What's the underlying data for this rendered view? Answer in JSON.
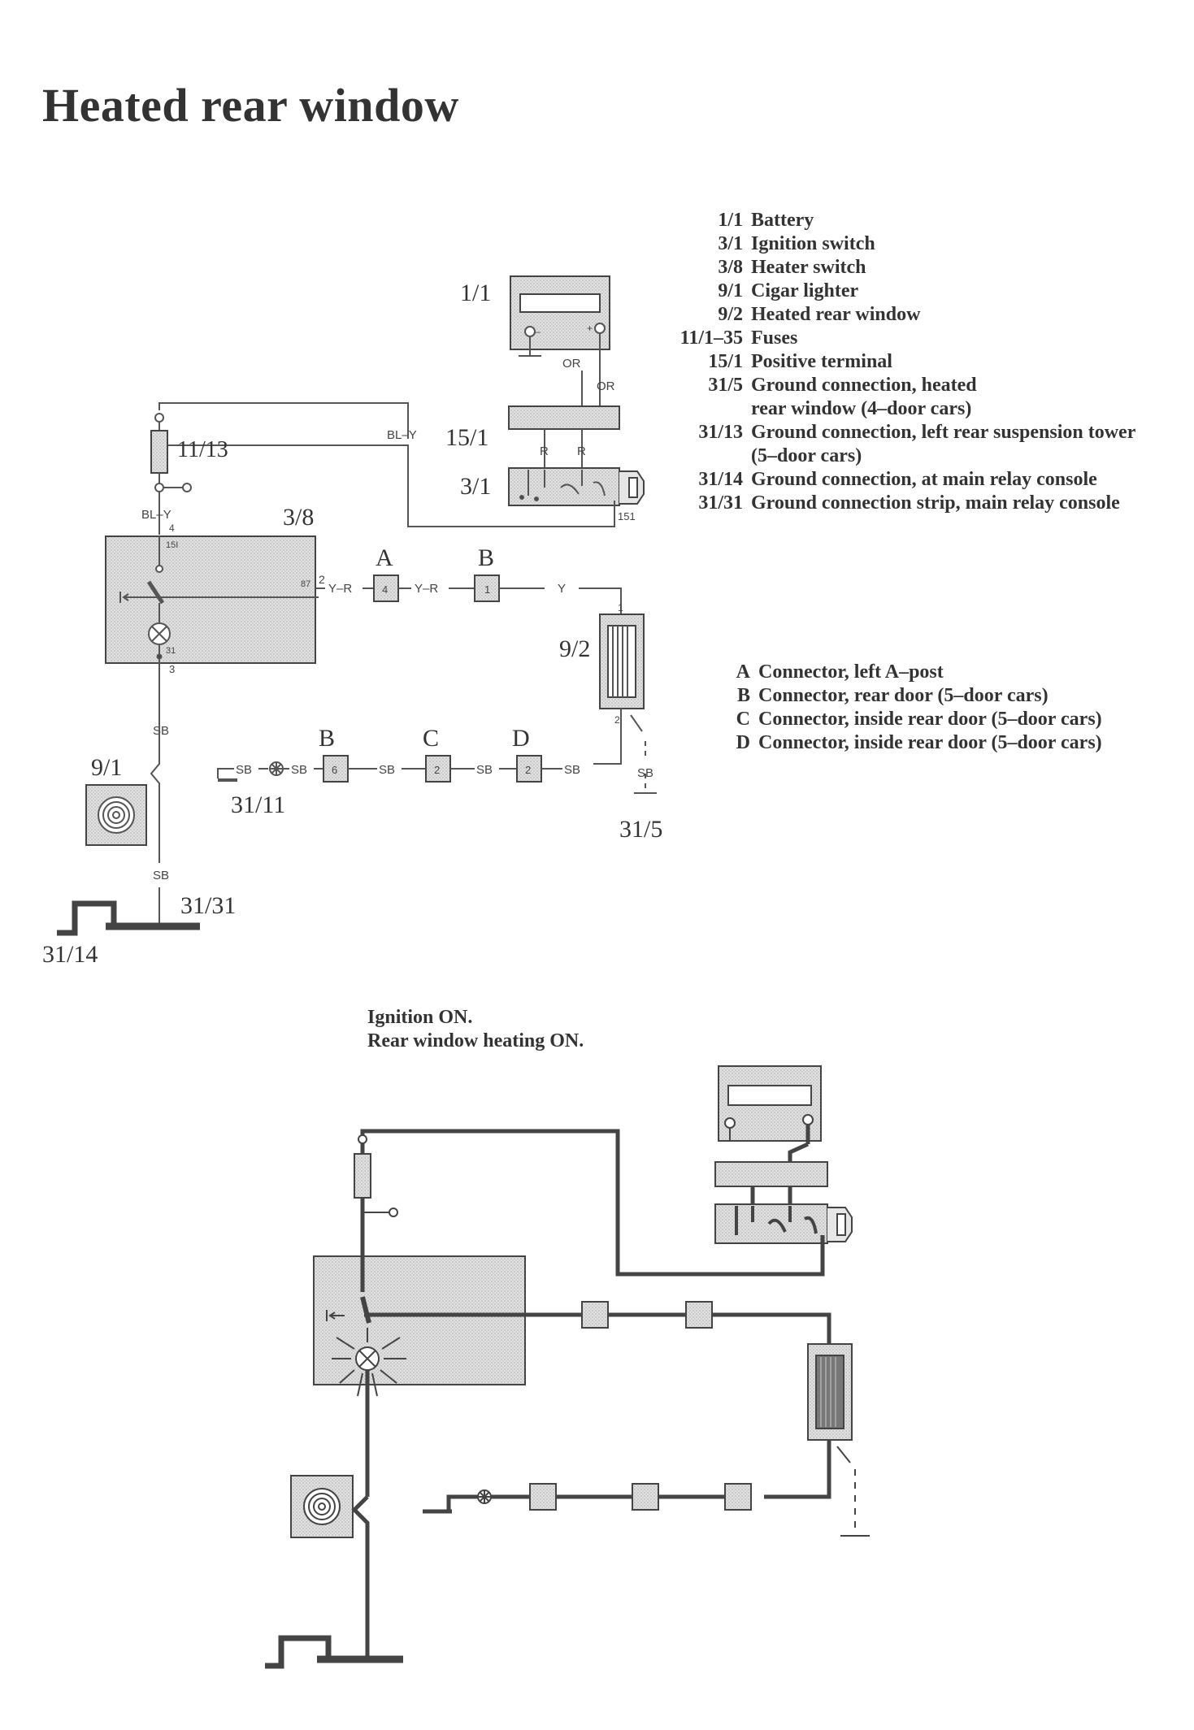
{
  "title": "Heated rear window",
  "component_legend": [
    {
      "code": "1/1",
      "text": "Battery"
    },
    {
      "code": "3/1",
      "text": "Ignition switch"
    },
    {
      "code": "3/8",
      "text": "Heater switch"
    },
    {
      "code": "9/1",
      "text": "Cigar lighter"
    },
    {
      "code": "9/2",
      "text": "Heated rear window"
    },
    {
      "code": "11/1–35",
      "text": "Fuses"
    },
    {
      "code": "15/1",
      "text": "Positive terminal"
    },
    {
      "code": "31/5",
      "text": "Ground connection, heated"
    },
    {
      "code": "",
      "text": "rear window (4–door cars)"
    },
    {
      "code": "31/13",
      "text": "Ground connection, left rear suspension tower"
    },
    {
      "code": "",
      "text": "(5–door cars)"
    },
    {
      "code": "31/14",
      "text": "Ground connection, at main relay console"
    },
    {
      "code": "31/31",
      "text": "Ground connection strip, main relay console"
    }
  ],
  "connector_legend": [
    {
      "code": "A",
      "text": "Connector, left A–post"
    },
    {
      "code": "B",
      "text": "Connector, rear door (5–door cars)"
    },
    {
      "code": "C",
      "text": "Connector, inside rear door (5–door cars)"
    },
    {
      "code": "D",
      "text": "Connector, inside rear door (5–door cars)"
    }
  ],
  "status": {
    "line1": "Ignition ON.",
    "line2": "Rear window heating ON."
  },
  "diagram": {
    "labels": {
      "battery": "1/1",
      "positive_terminal": "15/1",
      "ignition_switch": "3/1",
      "fuse": "11/13",
      "heater_switch": "3/8",
      "rear_window": "9/2",
      "cigar_lighter": "9/1",
      "ground_31_11": "31/11",
      "ground_31_5": "31/5",
      "ground_31_31": "31/31",
      "ground_31_14": "31/14",
      "conn_a": "A",
      "conn_b1": "B",
      "conn_b2": "B",
      "conn_c": "C",
      "conn_d": "D"
    },
    "wires": {
      "or1": "OR",
      "or2": "OR",
      "r1": "R",
      "r2": "R",
      "bl_y_top": "BL–Y",
      "bl_y_fuse": "BL–Y",
      "y_r1": "Y–R",
      "y_r2": "Y–R",
      "y": "Y",
      "sb_switch": "SB",
      "sb_lighter": "SB",
      "sb1": "SB",
      "sb2": "SB",
      "sb3": "SB",
      "sb4": "SB",
      "sb5": "SB",
      "sb_ground": "SB"
    },
    "pins": {
      "p4": "4",
      "p15i": "15I",
      "p87": "87",
      "p2": "2",
      "p31": "31",
      "p3": "3",
      "pa4": "4",
      "pb1": "1",
      "p1": "1",
      "p2w": "2",
      "pb6": "6",
      "pc2": "2",
      "pd2": "2",
      "p151": "151",
      "batt_minus": "–",
      "batt_plus": "+"
    }
  },
  "colors": {
    "wire": "#555555",
    "component_fill": "#d6d6d6",
    "ink": "#333333"
  }
}
